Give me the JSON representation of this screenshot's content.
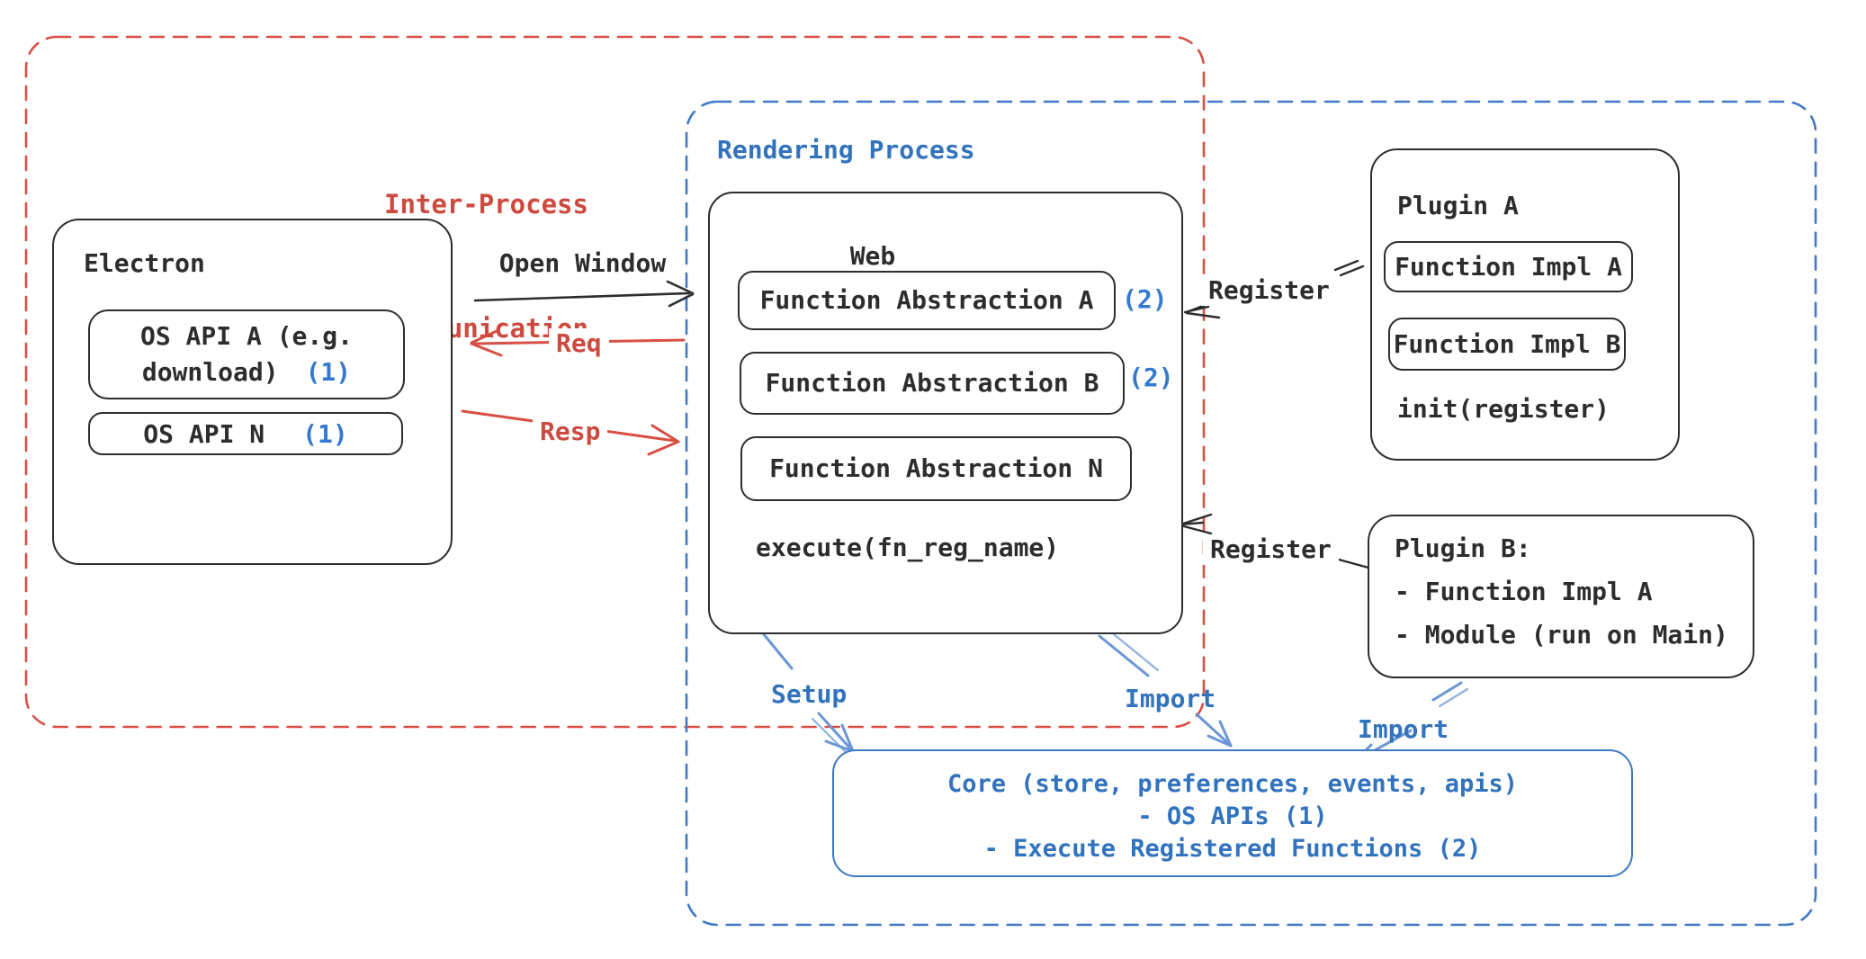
{
  "ipc": {
    "title_line1": "Inter-Process",
    "title_line2": "Communication"
  },
  "rendering_process": {
    "title": "Rendering Process"
  },
  "electron": {
    "title": "Electron",
    "api_a_text": "OS API A (e.g.",
    "api_a_text2": "download)",
    "api_a_ref": "(1)",
    "api_n_text": "OS API N",
    "api_n_ref": "(1)"
  },
  "web": {
    "title": "Web",
    "fa_a": "Function Abstraction A",
    "fa_a_ref": "(2)",
    "fa_b": "Function Abstraction B",
    "fa_b_ref": "(2)",
    "fa_n": "Function Abstraction N",
    "execute_fn": "execute(fn_reg_name)"
  },
  "plugin_a": {
    "title": "Plugin A",
    "impl_a": "Function Impl A",
    "impl_b": "Function Impl B",
    "init_fn": "init(register)"
  },
  "plugin_b": {
    "title": "Plugin B:",
    "item_1": "- Function Impl A",
    "item_2": "- Module (run on Main)"
  },
  "core": {
    "line1": "Core (store, preferences, events, apis)",
    "line2": "- OS APIs (1)",
    "line3": "- Execute Registered Functions (2)"
  },
  "arrows": {
    "open_window": "Open Window",
    "req": "Req",
    "resp": "Resp",
    "register_top": "Register",
    "register_bottom": "Register",
    "setup": "Setup",
    "import_web": "Import",
    "import_plugin_b": "Import"
  },
  "colors": {
    "red_text": "#cd4a3f",
    "red_arrow": "#d85045",
    "dashed_red": "#d94f43",
    "blue_text": "#3273bd",
    "blue_ref": "#3479cf",
    "dashed_blue": "#4079c5",
    "arrow_blue": "#6b96d8",
    "core_border": "#3d79c2",
    "ink": "#2d2d2d"
  }
}
